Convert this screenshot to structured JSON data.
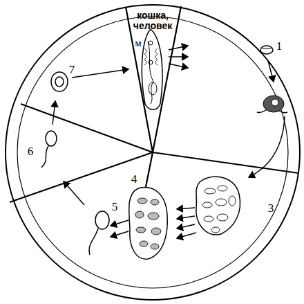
{
  "diagram": {
    "labels": [
      "кошка, человек",
      "м",
      "1",
      "3",
      "4",
      "5",
      "6",
      "7"
    ]
  }
}
